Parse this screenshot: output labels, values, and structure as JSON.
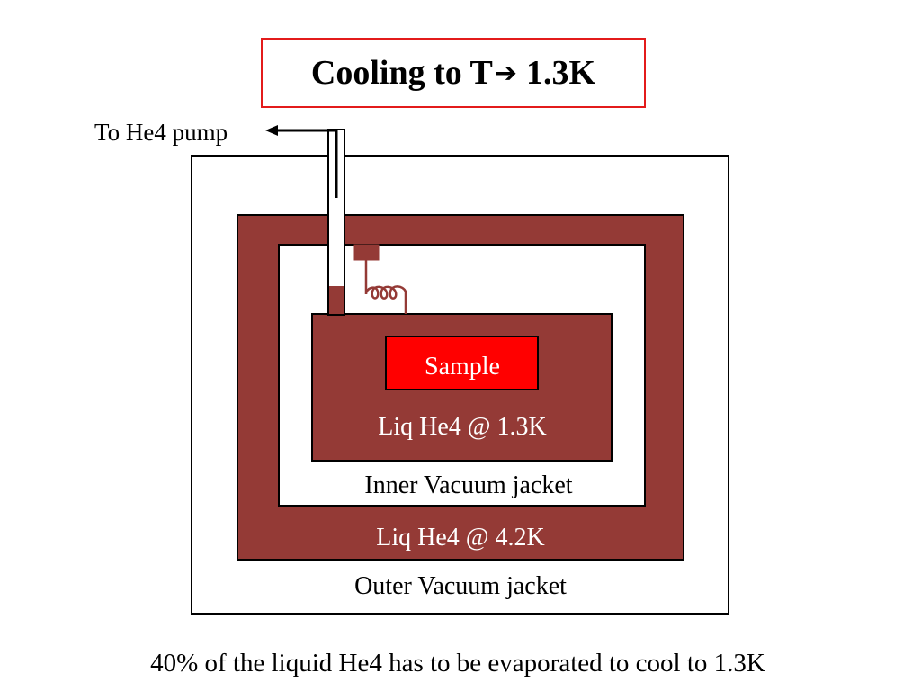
{
  "title": {
    "prefix": "Cooling to T",
    "arrow_icon": "right-arrow-icon",
    "value": "1.3K"
  },
  "pump_label": "To He4 pump",
  "sample_label": "Sample",
  "inner_liquid_label": "Liq He4 @ 1.3K",
  "inner_vacuum_label": "Inner Vacuum jacket",
  "outer_liquid_label": "Liq He4 @ 4.2K",
  "outer_vacuum_label": "Outer Vacuum jacket",
  "footnote": "40% of the liquid He4 has to be evaporated to cool to 1.3K",
  "colors": {
    "liquid_helium": "#943a36",
    "sample": "#ff0000",
    "title_border": "#e31b1b",
    "outline": "#000000",
    "label_on_liquid": "#ffffff",
    "label_on_vacuum": "#000000"
  }
}
